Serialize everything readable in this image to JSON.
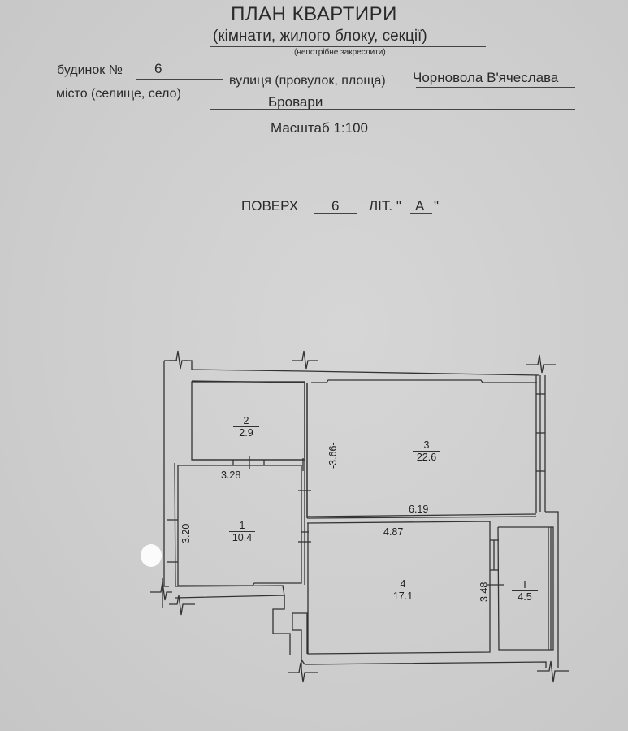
{
  "header": {
    "title": "ПЛАН КВАРТИРИ",
    "subtitle": "(кімнати, жилого блоку, секції)",
    "hint": "(непотрібне закреслити)"
  },
  "address": {
    "house_label": "будинок №",
    "house_value": "6",
    "street_label": "вулиця (провулок, площа)",
    "street_value": "Чорновола В'ячеслава",
    "city_label": "місто (селище, село)",
    "city_value": "Бровари"
  },
  "scale": "Масштаб 1:100",
  "floor": {
    "floor_label": "ПОВЕРХ",
    "floor_value": "6",
    "lit_label": "ЛІТ. \"",
    "lit_value": "А",
    "lit_close": "\""
  },
  "plan": {
    "rooms": [
      {
        "number": "1",
        "area": "10.4"
      },
      {
        "number": "2",
        "area": "2.9"
      },
      {
        "number": "3",
        "area": "22.6"
      },
      {
        "number": "4",
        "area": "17.1"
      },
      {
        "number": "I",
        "area": "4.5"
      }
    ],
    "dimensions": {
      "room2_width": "3.28",
      "room3_height": "-3.66-",
      "room1_height": "3.20",
      "room3_width": "6.19",
      "room4_width": "4.87",
      "room4_height": "3.48"
    }
  },
  "colors": {
    "paper": "#cfcfcf",
    "ink": "#2a2a2a"
  }
}
